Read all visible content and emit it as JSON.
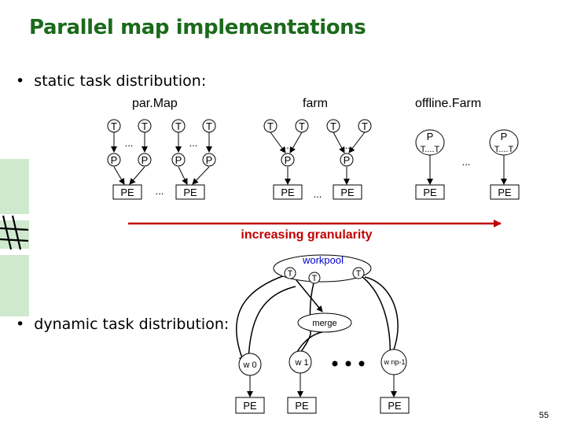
{
  "slide": {
    "title": "Parallel map implementations",
    "page_number": "55"
  },
  "bullets": {
    "static": "static task distribution:",
    "dynamic": "dynamic task distribution:"
  },
  "static_section": {
    "parmap_label": "par.Map",
    "farm_label": "farm",
    "offline_label": "offline.Farm",
    "task_label": "T",
    "process_label": "P",
    "pe_label": "PE",
    "ellipsis": "...",
    "offline_tasks": "T....T",
    "granularity_label": "increasing granularity"
  },
  "dynamic_section": {
    "workpool_label": "workpool",
    "merge_label": "merge",
    "worker0": "w 0",
    "worker1": "w 1",
    "worker_last": "w np-1",
    "task_label": "T",
    "pe_label": "PE"
  }
}
